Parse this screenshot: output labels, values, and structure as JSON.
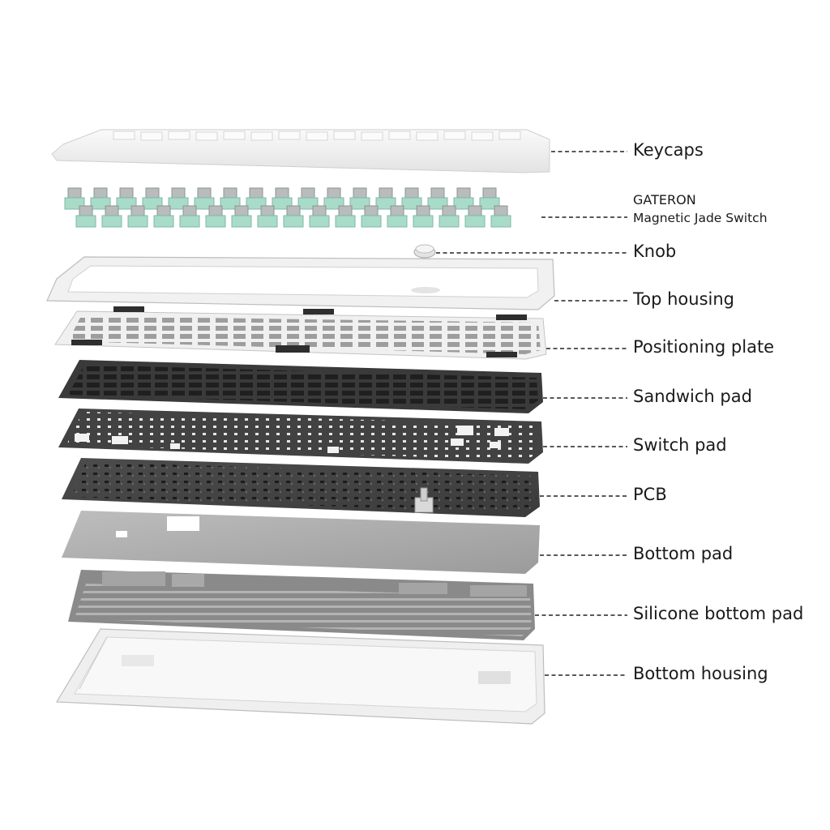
{
  "colors": {
    "white_part": "#f2f2f2",
    "white_edge": "#c9c9c9",
    "switch_base": "#a9dcc8",
    "switch_stem": "#b8bcbc",
    "dark_pad": "#3c3c3c",
    "pcb": "#474747",
    "bottom_pad": "#a9a9a9",
    "silicone": "#8e8e8e",
    "leader": "#222222"
  },
  "labels": {
    "keycaps": "Keycaps",
    "switch_brand": "GATERON",
    "switch_name": "Magnetic Jade Switch",
    "knob": "Knob",
    "top_housing": "Top housing",
    "positioning_plate": "Positioning plate",
    "sandwich_pad": "Sandwich pad",
    "switch_pad": "Switch pad",
    "pcb": "PCB",
    "bottom_pad": "Bottom pad",
    "silicone_bottom_pad": "Silicone bottom pad",
    "bottom_housing": "Bottom housing"
  }
}
